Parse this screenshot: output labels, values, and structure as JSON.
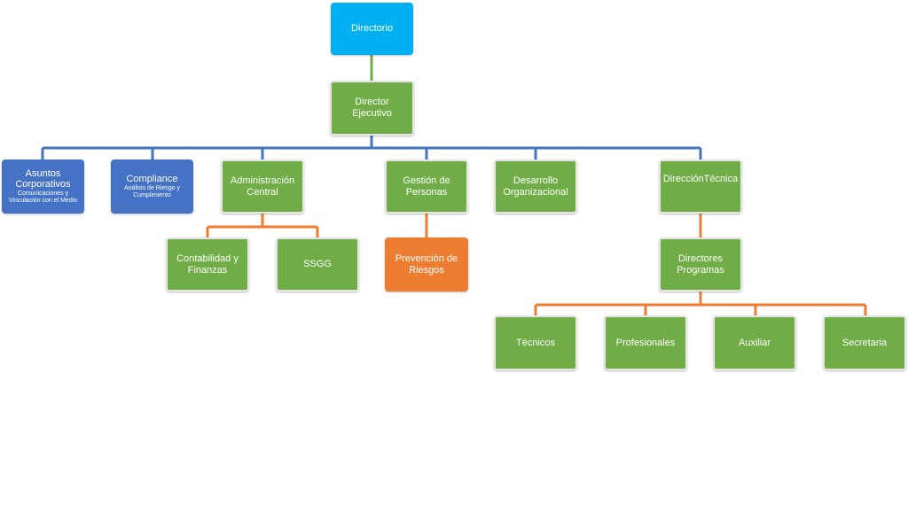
{
  "nodes": {
    "directorio": "Directorio",
    "director_ejecutivo": "Director Ejecutivo",
    "asuntos_corporativos": {
      "title": "Asuntos Corporativos",
      "subtitle": "Comunicaciones y Vinculación con el Medio"
    },
    "compliance": {
      "title": "Compliance",
      "subtitle": "Análisis de Riesgo y Cumplimiento"
    },
    "administracion_central": "Administración Central",
    "gestion_personas": "Gestión de Personas",
    "desarrollo_organizacional": "Desarrollo Organizacional",
    "direccion_tecnica": "DirecciónTécnica",
    "contabilidad_finanzas": "Contabilidad y Finanzas",
    "ssgg": "SSGG",
    "prevencion_riesgos": "Prevención de Riesgos",
    "directores_programas": "Directores Programas",
    "tecnicos": "Técnicos",
    "profesionales": "Profesionales",
    "auxiliar": "Auxiliar",
    "secretaria": "Secretaria"
  },
  "colors": {
    "top": "#00b0f0",
    "green": "#70ad47",
    "blue": "#4472c4",
    "orange": "#ed7d31"
  }
}
